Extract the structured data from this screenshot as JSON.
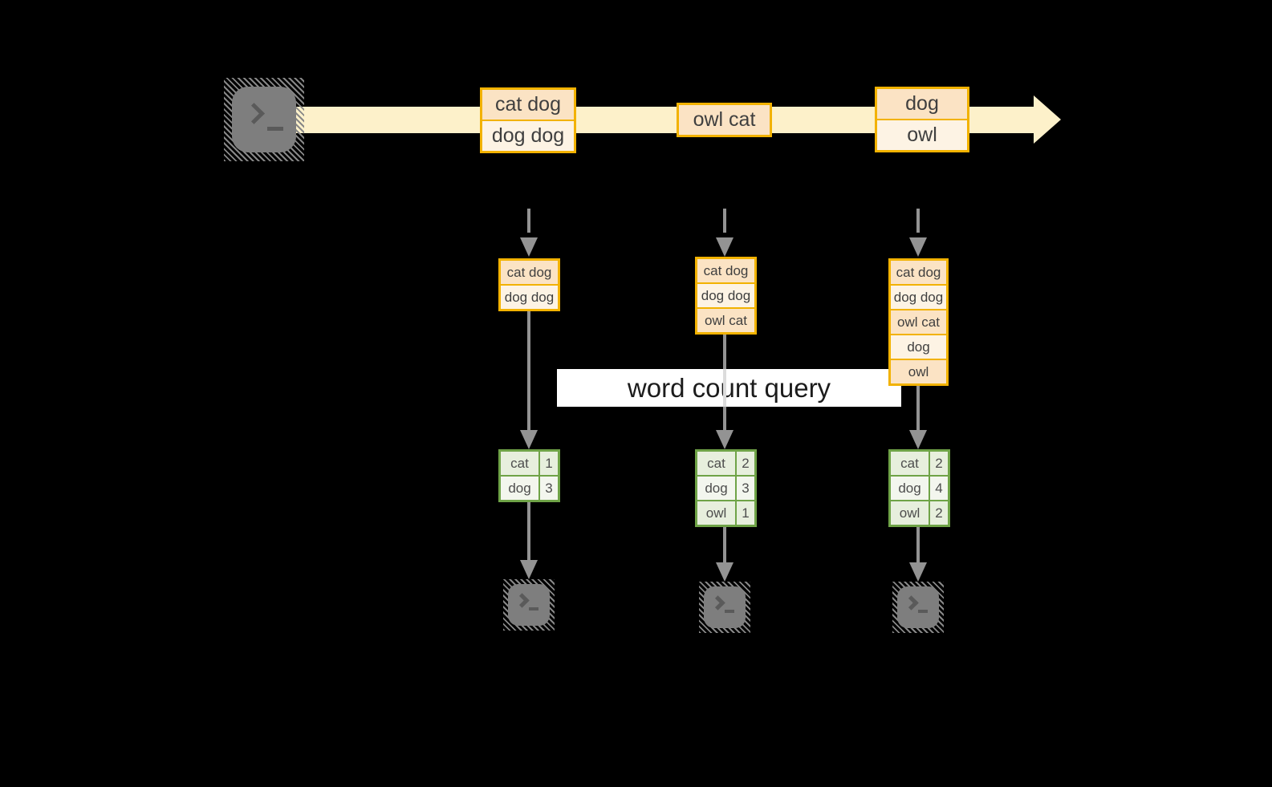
{
  "diagram": {
    "query_label": "word count query",
    "stream_batches": [
      {
        "rows": [
          "cat dog",
          "dog dog"
        ]
      },
      {
        "rows": [
          "owl cat"
        ]
      },
      {
        "rows": [
          "dog",
          "owl"
        ]
      }
    ],
    "pipelines": [
      {
        "input_rows": [
          "cat dog",
          "dog dog"
        ],
        "result": [
          {
            "word": "cat",
            "count": "1"
          },
          {
            "word": "dog",
            "count": "3"
          }
        ]
      },
      {
        "input_rows": [
          "cat dog",
          "dog dog",
          "owl cat"
        ],
        "result": [
          {
            "word": "cat",
            "count": "2"
          },
          {
            "word": "dog",
            "count": "3"
          },
          {
            "word": "owl",
            "count": "1"
          }
        ]
      },
      {
        "input_rows": [
          "cat dog",
          "dog dog",
          "owl cat",
          "dog",
          "owl"
        ],
        "result": [
          {
            "word": "cat",
            "count": "2"
          },
          {
            "word": "dog",
            "count": "4"
          },
          {
            "word": "owl",
            "count": "2"
          }
        ]
      }
    ],
    "colors": {
      "record_border": "#f2b200",
      "record_fill_dark": "#fbe3c4",
      "record_fill_light": "#fdf3e4",
      "stream_band": "#fdf1ca",
      "result_border": "#6fa347",
      "arrow_gray": "#939393",
      "background": "#000000"
    }
  }
}
